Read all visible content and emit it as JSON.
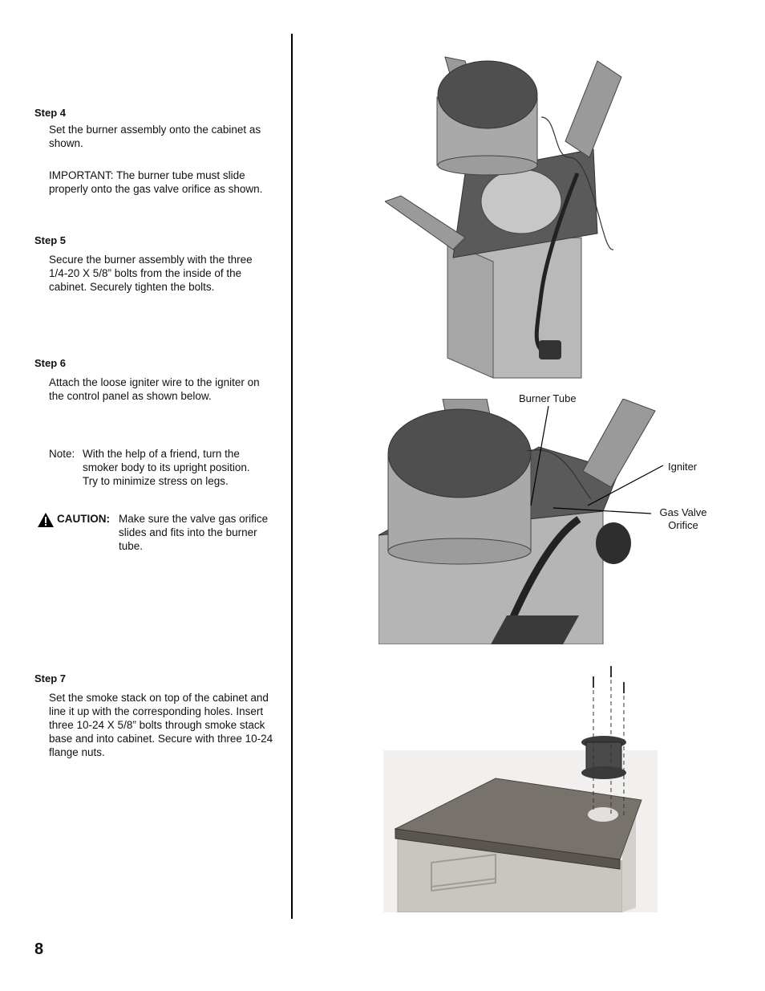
{
  "steps": [
    {
      "title": "Step 4",
      "paragraphs": [
        "Set the burner assembly onto the cabinet as shown.",
        "IMPORTANT: The burner tube must slide properly onto the gas valve orifice as shown."
      ]
    },
    {
      "title": "Step 5",
      "paragraphs": [
        "Secure the burner assembly with the three 1/4-20 X 5/8” bolts from the inside of the cabinet. Securely tighten the bolts."
      ]
    },
    {
      "title": "Step 6",
      "paragraphs": [
        "Attach the loose igniter wire to the igniter on the control panel as shown below."
      ]
    },
    {
      "title": "Step 7",
      "paragraphs": [
        "Set the smoke stack on top of the cabinet and line it up with the corresponding holes. Insert three 10-24 X 5/8” bolts through smoke stack base and into cabinet. Secure with three 10-24 flange nuts."
      ]
    }
  ],
  "note": {
    "label": "Note:",
    "text": "With the help of a friend, turn the smoker body to its upright position. Try to minimize stress on legs."
  },
  "caution": {
    "label": "CAUTION:",
    "text": "Make sure the valve gas orifice slides and fits into the burner tube."
  },
  "callouts": {
    "burner_tube": "Burner Tube",
    "igniter": "Igniter",
    "gas_valve_line1": "Gas Valve",
    "gas_valve_line2": "Orifice"
  },
  "page_number": "8"
}
